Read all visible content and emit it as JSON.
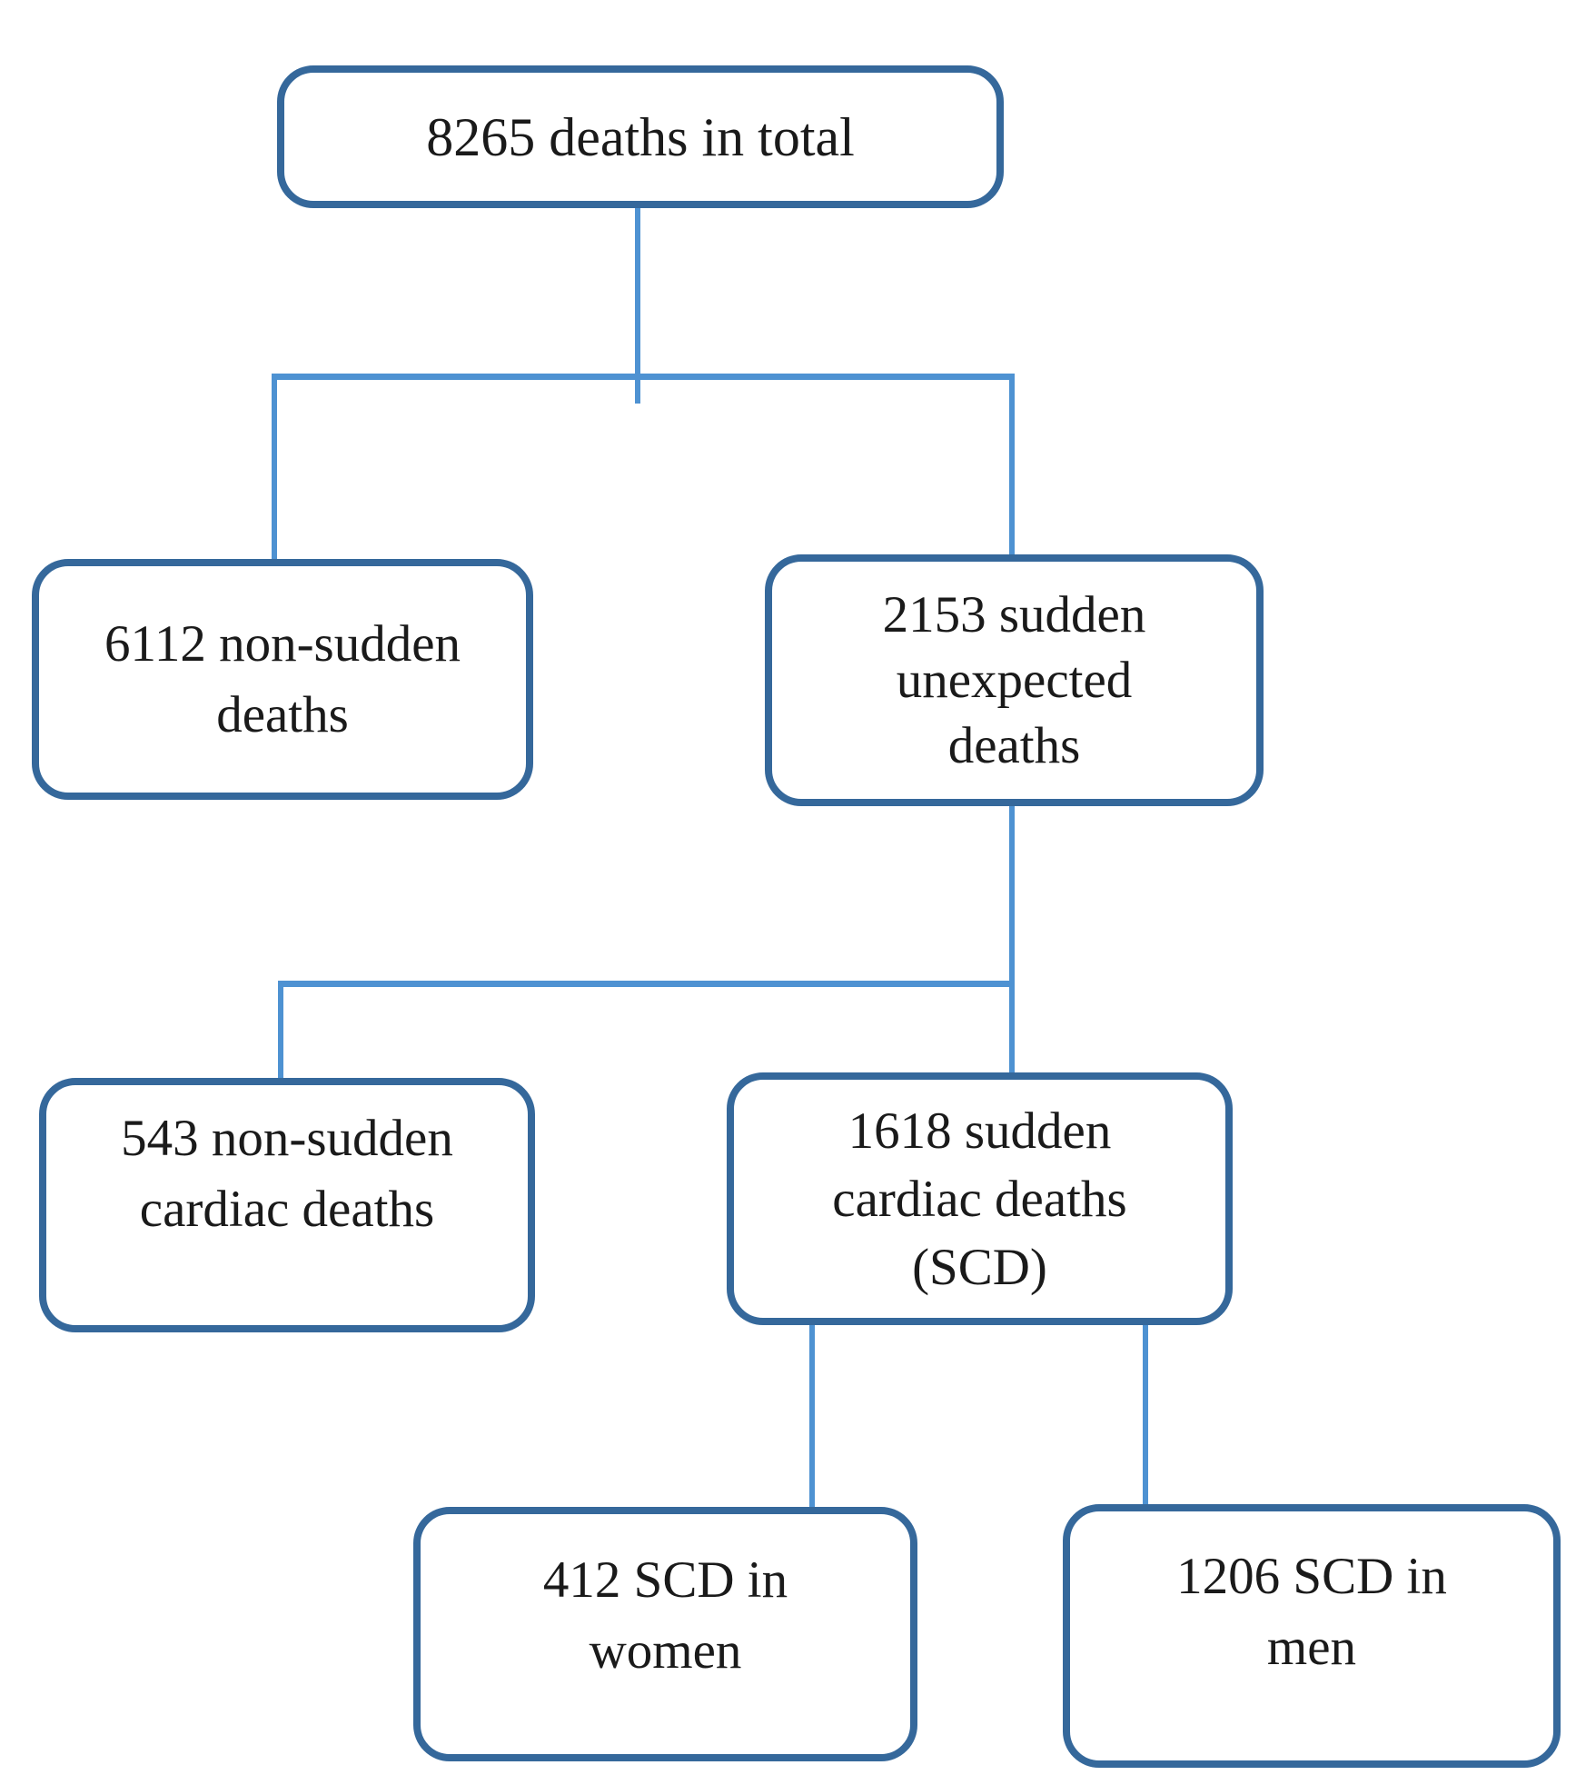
{
  "diagram_type": "flowchart",
  "colors": {
    "box_border": "#35689b",
    "connector_line": "#4e92d2",
    "text": "#1a1a1a",
    "background": "#ffffff"
  },
  "nodes": {
    "total": {
      "value": 8265,
      "lines": [
        "8265 deaths in total"
      ]
    },
    "non_sudden": {
      "value": 6112,
      "lines": [
        "6112 non-sudden",
        "deaths"
      ]
    },
    "sudden_unexpected": {
      "value": 2153,
      "lines": [
        "2153 sudden",
        "unexpected",
        "deaths"
      ]
    },
    "non_sudden_cardiac": {
      "value": 543,
      "lines": [
        "543 non-sudden",
        "cardiac deaths"
      ]
    },
    "scd": {
      "value": 1618,
      "lines": [
        "1618 sudden",
        "cardiac deaths",
        "(SCD)"
      ]
    },
    "scd_women": {
      "value": 412,
      "lines": [
        "412 SCD in",
        "women"
      ]
    },
    "scd_men": {
      "value": 1206,
      "lines": [
        "1206 SCD in",
        "men"
      ]
    }
  },
  "edges": [
    {
      "from": "total",
      "to": "non_sudden"
    },
    {
      "from": "total",
      "to": "sudden_unexpected"
    },
    {
      "from": "sudden_unexpected",
      "to": "non_sudden_cardiac"
    },
    {
      "from": "sudden_unexpected",
      "to": "scd"
    },
    {
      "from": "scd",
      "to": "scd_women"
    },
    {
      "from": "scd",
      "to": "scd_men"
    }
  ]
}
